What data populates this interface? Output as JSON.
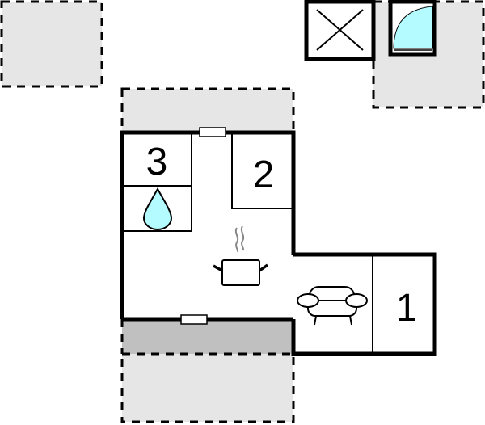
{
  "floorplan": {
    "rooms": [
      {
        "id": "bedroom-1",
        "label": "1"
      },
      {
        "id": "bedroom-2",
        "label": "2"
      },
      {
        "id": "bedroom-3",
        "label": "3"
      }
    ],
    "icons": [
      "cross-box-icon",
      "door-swing-icon",
      "water-drop-icon",
      "cooking-pot-icon",
      "sofa-icon"
    ],
    "colors": {
      "wall": "#000000",
      "outdoor_area": "#e6e6e6",
      "terrace": "#c0c0c0",
      "water": "#b3fbff",
      "steam": "#888888",
      "background": "#ffffff"
    }
  }
}
